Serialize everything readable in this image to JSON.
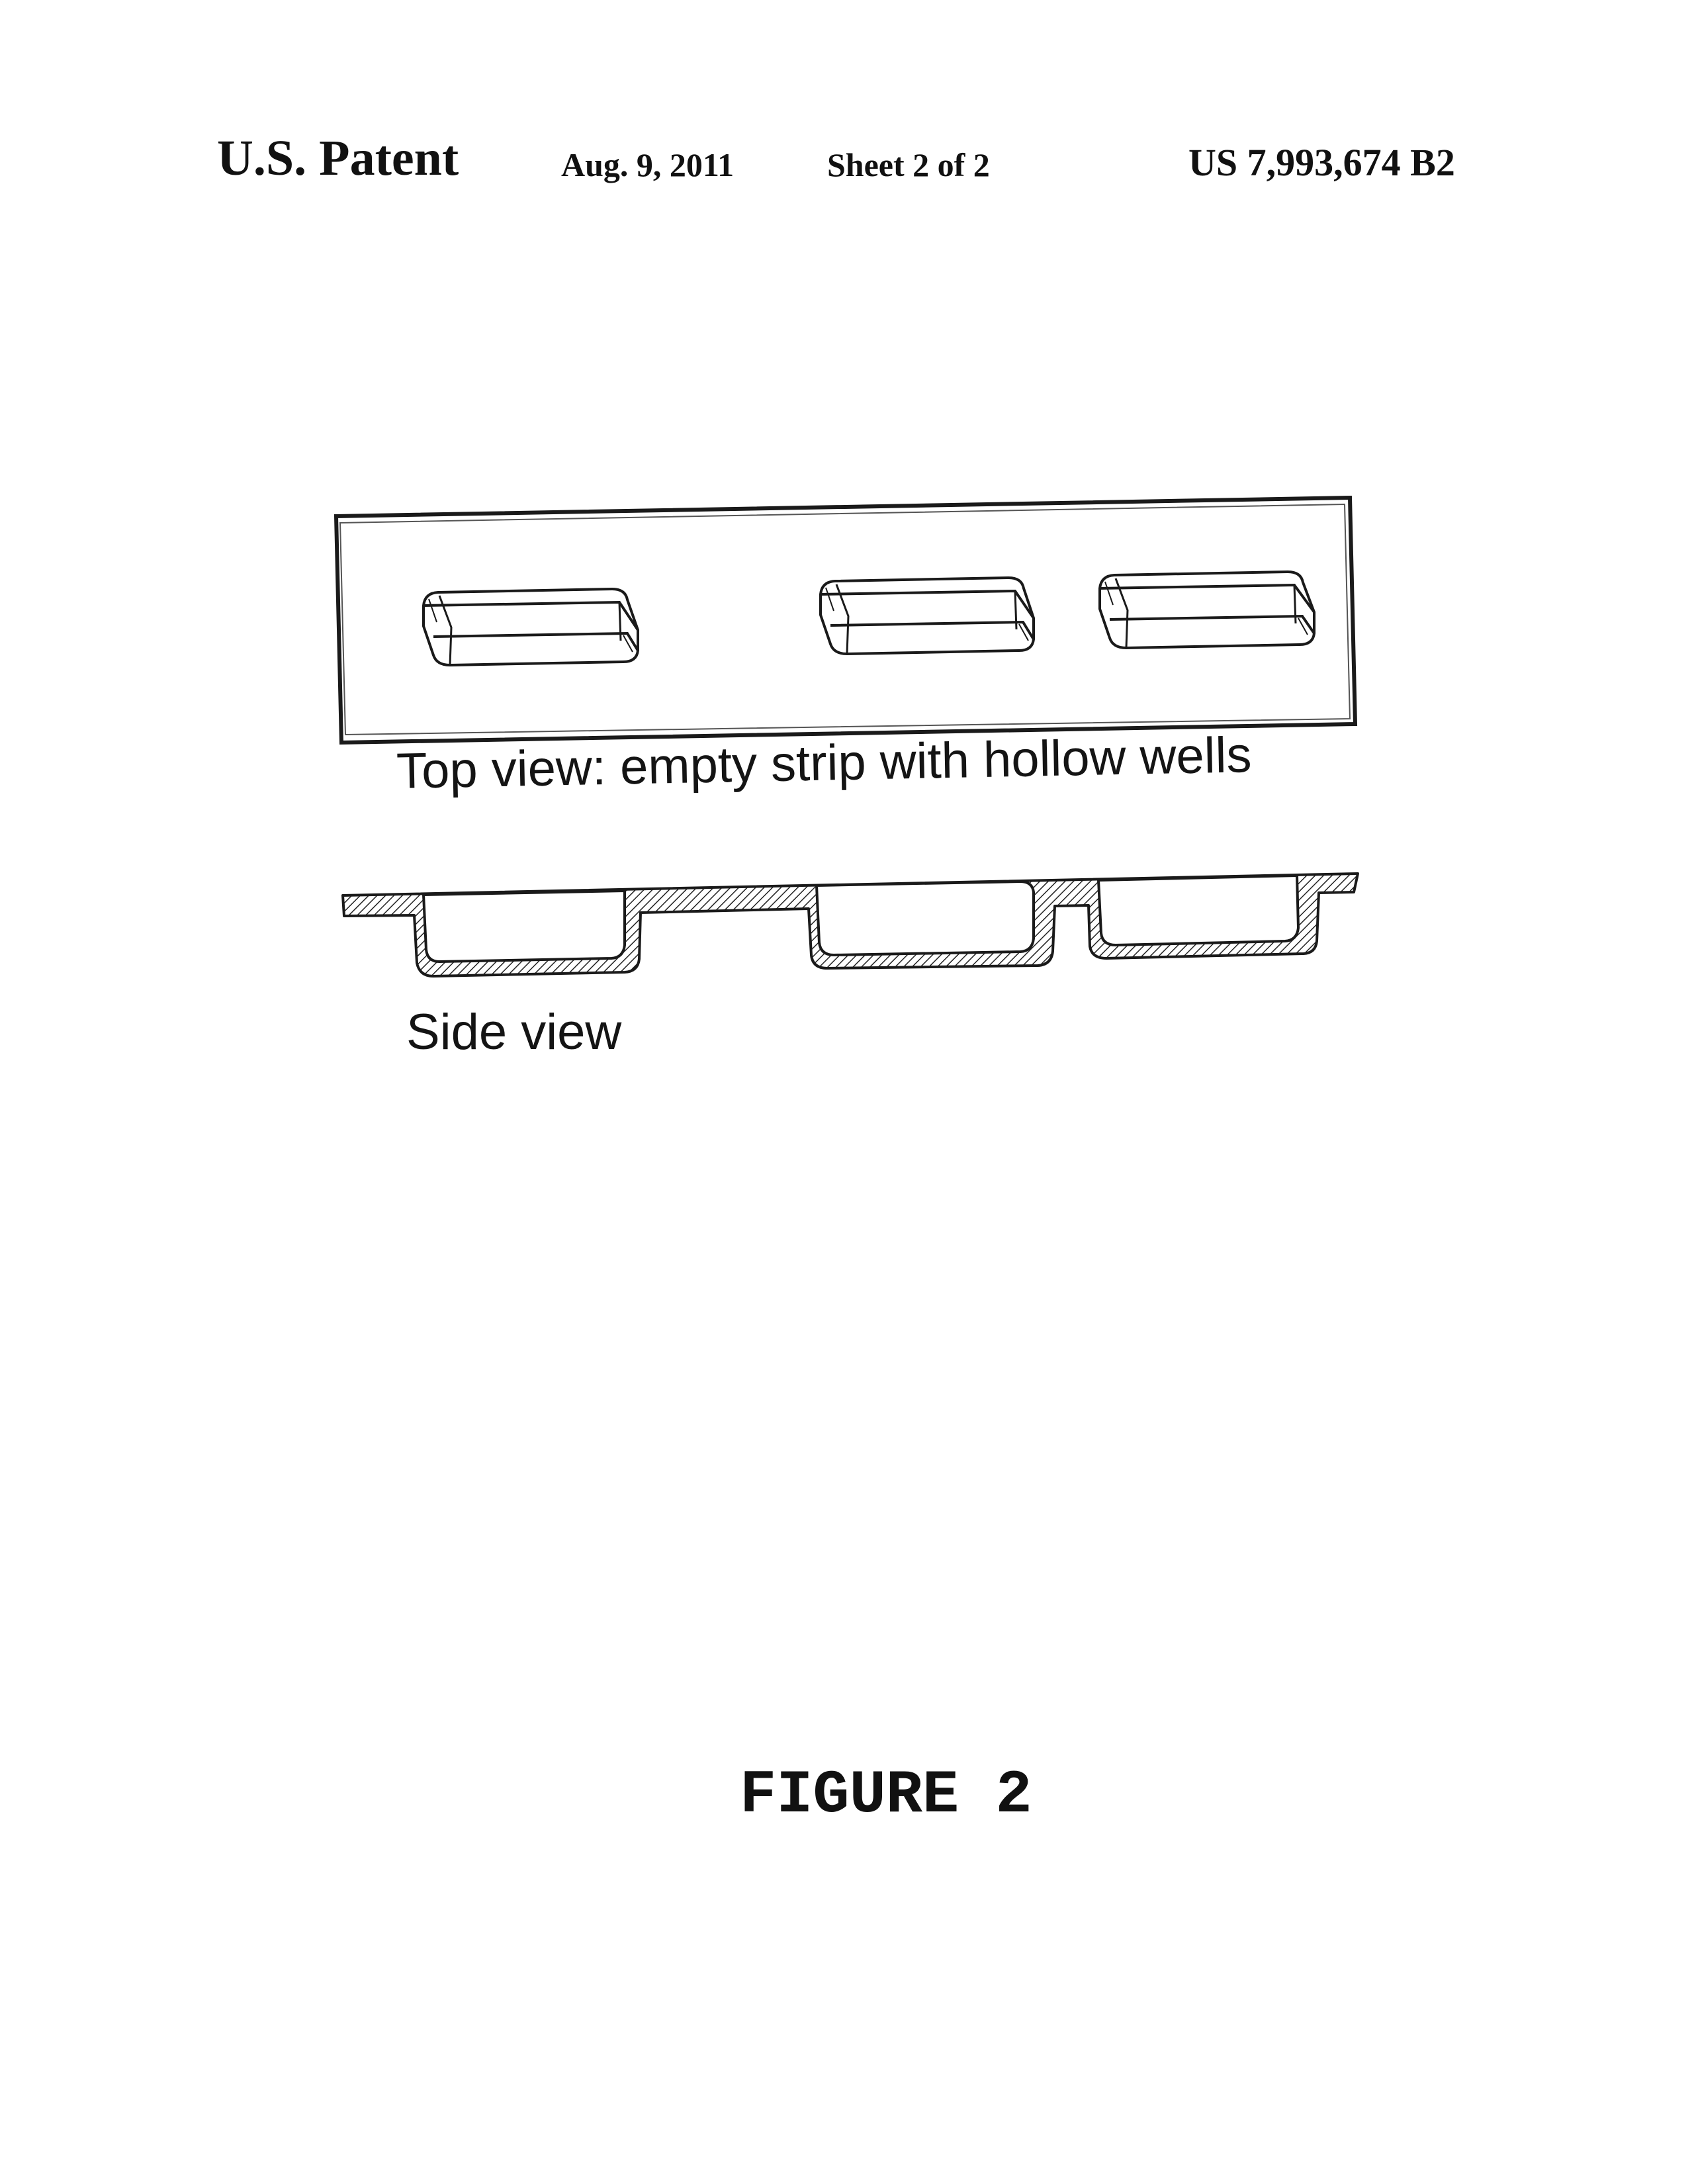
{
  "header": {
    "left": "U.S. Patent",
    "date": "Aug. 9, 2011",
    "sheet": "Sheet 2 of 2",
    "patent_number": "US 7,993,674 B2"
  },
  "top_view": {
    "caption": "Top view: empty strip with hollow wells",
    "well_count": 3
  },
  "side_view": {
    "caption": "Side view",
    "well_count": 3
  },
  "figure_label": "FIGURE 2",
  "colors": {
    "ink": "#1a1a1a",
    "background": "#ffffff"
  }
}
